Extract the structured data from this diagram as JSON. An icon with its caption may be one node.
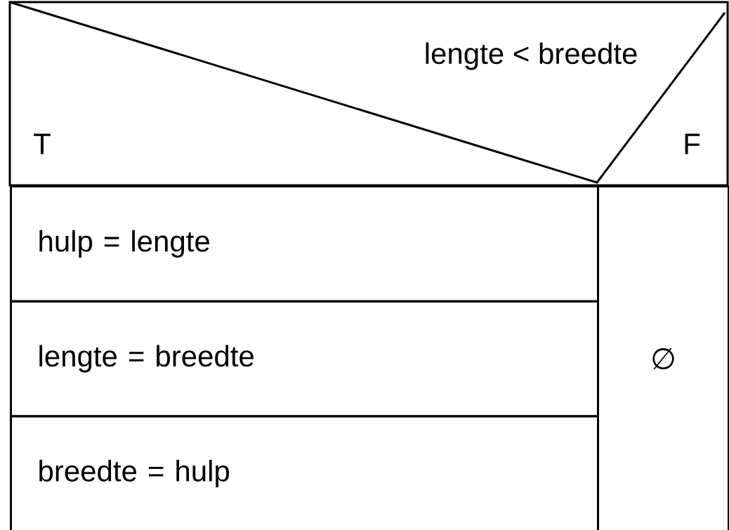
{
  "diagram": {
    "nodes": [
      {
        "text": [
          "lengte < breedte"
        ]
      },
      {
        "text": [
          "hulp = lengte"
        ]
      },
      {
        "text": [
          "lengte = breedte"
        ]
      },
      {
        "text": [
          "breedte = hulp"
        ]
      },
      {
        "text": [
          "∅"
        ]
      }
    ],
    "labels": [
      "T",
      "F"
    ]
  }
}
